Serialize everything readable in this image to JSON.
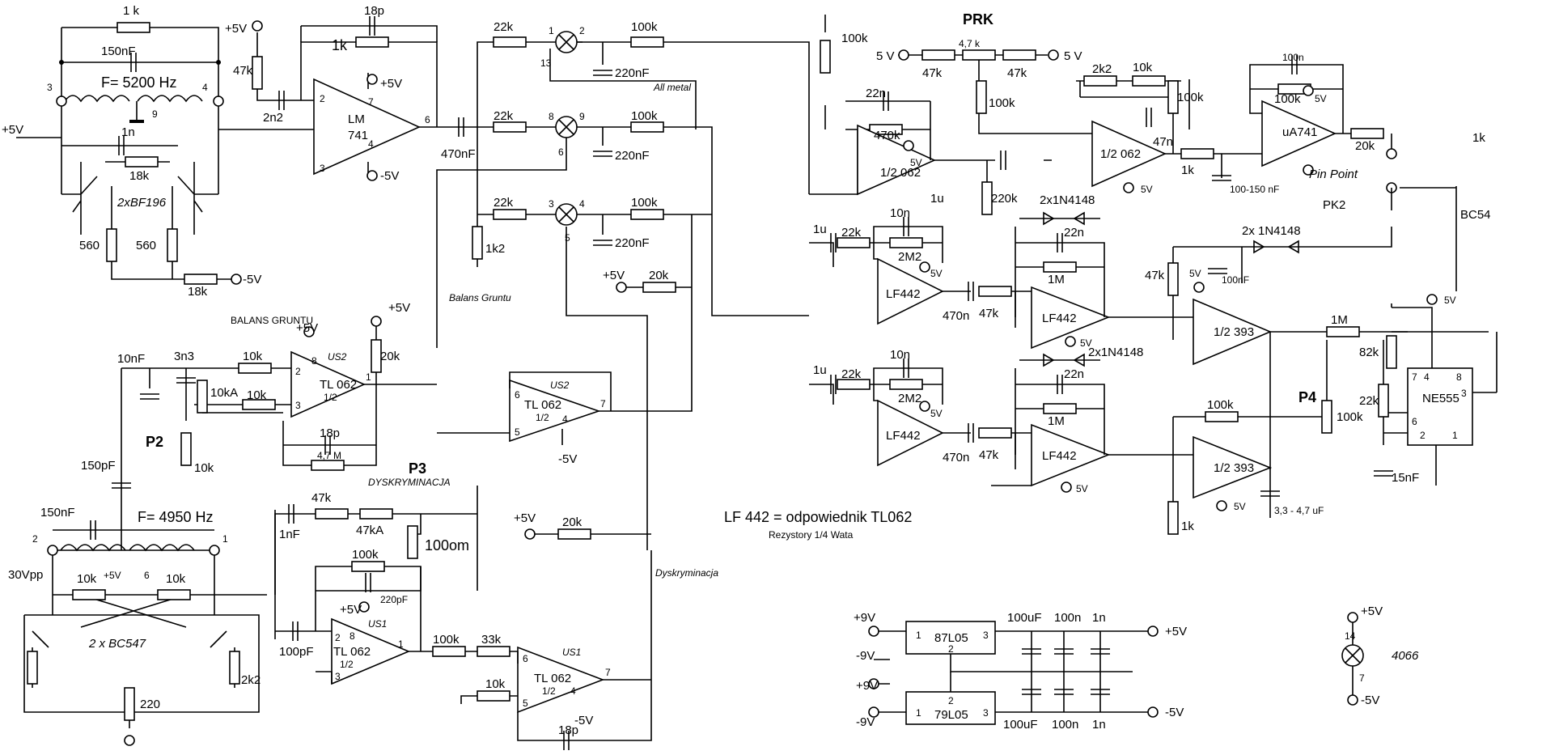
{
  "title_note": "LF 442 = odpowiednik TL062",
  "sub_note": "Rezystory 1/4 Wata",
  "osc1": {
    "freq": "F= 5200 Hz",
    "c_top": "150nF",
    "r_top": "1 k",
    "c_mid": "1n",
    "r_mid": "18k",
    "transistors": "2xBF196",
    "r_e1": "560",
    "r_e2": "560",
    "r_bias": "18k",
    "pin3": "3",
    "pin4": "4",
    "pin9": "9",
    "supply_pos": "+5V",
    "supply_neg": "-5V"
  },
  "amp1": {
    "name": "LM",
    "num": "741",
    "r_in": "47k",
    "c_in": "2n2",
    "c_fb": "18p",
    "r_fb": "1k",
    "out_c": "470nF",
    "p2": "2",
    "p3": "3",
    "p6": "6",
    "p7": "7",
    "p4": "4",
    "vpos": "+5V",
    "vneg": "-5V",
    "supply": "+5V"
  },
  "switches": {
    "r1": "22k",
    "r2": "22k",
    "r3": "22k",
    "r_out1": "100k",
    "r_out2": "100k",
    "r_out3": "100k",
    "c1": "220nF",
    "c2": "220nF",
    "c3": "220nF",
    "p1": "1",
    "p2": "2",
    "p13": "13",
    "p8": "8",
    "p9": "9",
    "p6": "6",
    "p3": "3",
    "p4": "4",
    "p5": "5",
    "r_gnd": "1k2",
    "label_allmetal": "All metal",
    "label_balans": "Balans Gruntu",
    "label_dysk": "Dyskryminacja"
  },
  "us2a": {
    "name": "TL 062",
    "half": "1/2",
    "tag": "US2",
    "label": "BALANS GRUNTU",
    "c_in": "10nF",
    "c2": "3n3",
    "pot": "10kA",
    "r1": "10k",
    "r2": "10k",
    "r3": "10k",
    "r_out": "20k",
    "c_fb": "18p",
    "r_fb": "4,7 M",
    "p2_label": "P2",
    "pin2": "2",
    "pin3": "3",
    "pin1": "1",
    "pin8": "8",
    "vpos": "+5V",
    "vtop": "+5V"
  },
  "us2b": {
    "name": "TL 062",
    "half": "1/2",
    "tag": "US2",
    "pin6": "6",
    "pin5": "5",
    "pin7": "7",
    "pin4": "4",
    "vneg": "-5V",
    "r": "20k",
    "v": "+5V"
  },
  "osc2": {
    "freq": "F= 4950 Hz",
    "c_top": "150nF",
    "c_couple": "150pF",
    "vpp": "30Vpp",
    "r1": "10k",
    "r2": "10k",
    "transistors": "2 x BC547",
    "r_e": "220",
    "r_c": "2k2",
    "pin2": "2",
    "pin1": "1",
    "pin6": "6",
    "vmid": "+5V"
  },
  "us1a": {
    "name": "TL 062",
    "half": "1/2",
    "tag": "US1",
    "label": "DYSKRYMINACJA",
    "p3": "P3",
    "r1": "47k",
    "pot": "47kA",
    "c_in": "1nF",
    "r_om": "100om",
    "r_fb": "100k",
    "c_fb": "220pF",
    "c_in2": "100pF",
    "pin2": "2",
    "pin3": "3",
    "pin8": "8",
    "pin1": "1",
    "v": "+5V"
  },
  "us1b": {
    "name": "TL 062",
    "half": "1/2",
    "tag": "US1",
    "r1": "100k",
    "r2": "33k",
    "r3": "10k",
    "c_fb": "18p",
    "pin6": "6",
    "pin5": "5",
    "pin7": "7",
    "pin4": "4",
    "vneg": "-5V",
    "v_in": "+5V",
    "r_in": "20k"
  },
  "prk": {
    "label": "PRK",
    "r_pot": "4,7 k",
    "r1": "47k",
    "r2": "47k",
    "v1": "5 V",
    "v2": "5 V",
    "r_fb": "100k"
  },
  "op062a": {
    "name": "1/2 062",
    "r_top": "100k",
    "c_fb": "22n",
    "r_fb": "470k",
    "c_out": "1u",
    "r_gnd": "220k",
    "v": "5V"
  },
  "op062b": {
    "name": "1/2 062",
    "r1": "2k2",
    "pot": "10k",
    "r2": "100k",
    "c": "47n",
    "r_out": "1k",
    "v": "5V"
  },
  "ua741": {
    "name": "uA741",
    "r_fb": "100k",
    "c_fb": "100n",
    "v": "5V",
    "c_in": "100-150 nF",
    "r_out": "20k",
    "label_pp": "Pin Point",
    "label_pk": "PK2",
    "r_1k": "1k",
    "trans": "BC54"
  },
  "lf1": {
    "name": "LF442",
    "c_in": "1u",
    "r_in": "22k",
    "c_fb": "10n",
    "r_fb": "2M2",
    "v": "5V",
    "c_out": "470n",
    "r_out": "47k"
  },
  "lf2": {
    "name": "LF442",
    "diodes": "2x1N4148",
    "c": "22n",
    "r": "1M",
    "v": "5V"
  },
  "lf3": {
    "name": "LF442",
    "c_in": "1u",
    "r_in": "22k",
    "c_fb": "10n",
    "r_fb": "2M2",
    "v": "5V",
    "c_out": "470n",
    "r_out": "47k"
  },
  "lf4": {
    "name": "LF442",
    "diodes": "2x1N4148",
    "c": "22n",
    "r": "1M",
    "v": "5V"
  },
  "cmp1": {
    "name": "1/2 393",
    "r_in": "47k",
    "v": "5V",
    "c": "100nF",
    "diodes": "2x 1N4148",
    "r_out": "1M"
  },
  "cmp2": {
    "name": "1/2 393",
    "r": "100k",
    "v": "5V",
    "r_gnd": "1k",
    "c": "3,3 - 4,7 uF"
  },
  "p4": {
    "label": "P4",
    "r": "100k"
  },
  "ne555": {
    "name": "NE555",
    "r1": "82k",
    "r2": "22k",
    "c": "15nF",
    "v": "5V",
    "pin7": "7",
    "pin4": "4",
    "pin8": "8",
    "pin3": "3",
    "pin6": "6",
    "pin2": "2",
    "pin1": "1"
  },
  "reg1": {
    "name": "87L05",
    "vin": "+9V",
    "vneg": "-9V",
    "c1": "100uF",
    "c2": "100n",
    "c3": "1n",
    "vout": "+5V",
    "pin1": "1",
    "pin2": "2",
    "pin3": "3"
  },
  "reg2": {
    "name": "79L05",
    "vin": "+9V",
    "vneg": "-9V",
    "c1": "100uF",
    "c2": "100n",
    "c3": "1n",
    "vout": "-5V",
    "pin1": "1",
    "pin2": "2",
    "pin3": "3"
  },
  "cd4066": {
    "name": "4066",
    "vpos": "+5V",
    "vneg": "-5V",
    "pin14": "14",
    "pin7": "7"
  }
}
